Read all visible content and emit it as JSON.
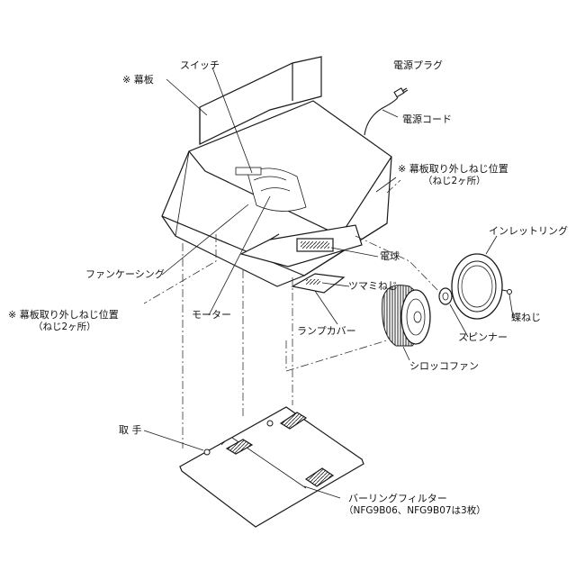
{
  "labels": {
    "makuita": "※ 幕板",
    "switch": "スイッチ",
    "power_plug": "電源プラグ",
    "power_cord": "電源コード",
    "screw_pos_top": "※ 幕板取り外しねじ位置",
    "screw_pos_top_sub": "（ねじ2ヶ所）",
    "inlet_ring": "インレットリング",
    "bulb": "電球",
    "fan_casing": "ファンケーシング",
    "tsumami_screw": "ツマミねじ",
    "butterfly_screw": "蝶ねじ",
    "screw_pos_left": "※ 幕板取り外しねじ位置",
    "screw_pos_left_sub": "（ねじ2ヶ所）",
    "motor": "モーター",
    "spinner": "スピンナー",
    "lamp_cover": "ランプカバー",
    "sirocco_fan": "シロッコファン",
    "handle": "取 手",
    "filter": "バーリングフィルター",
    "filter_sub": "（NFG9B06、NFG9B07は3枚）"
  }
}
